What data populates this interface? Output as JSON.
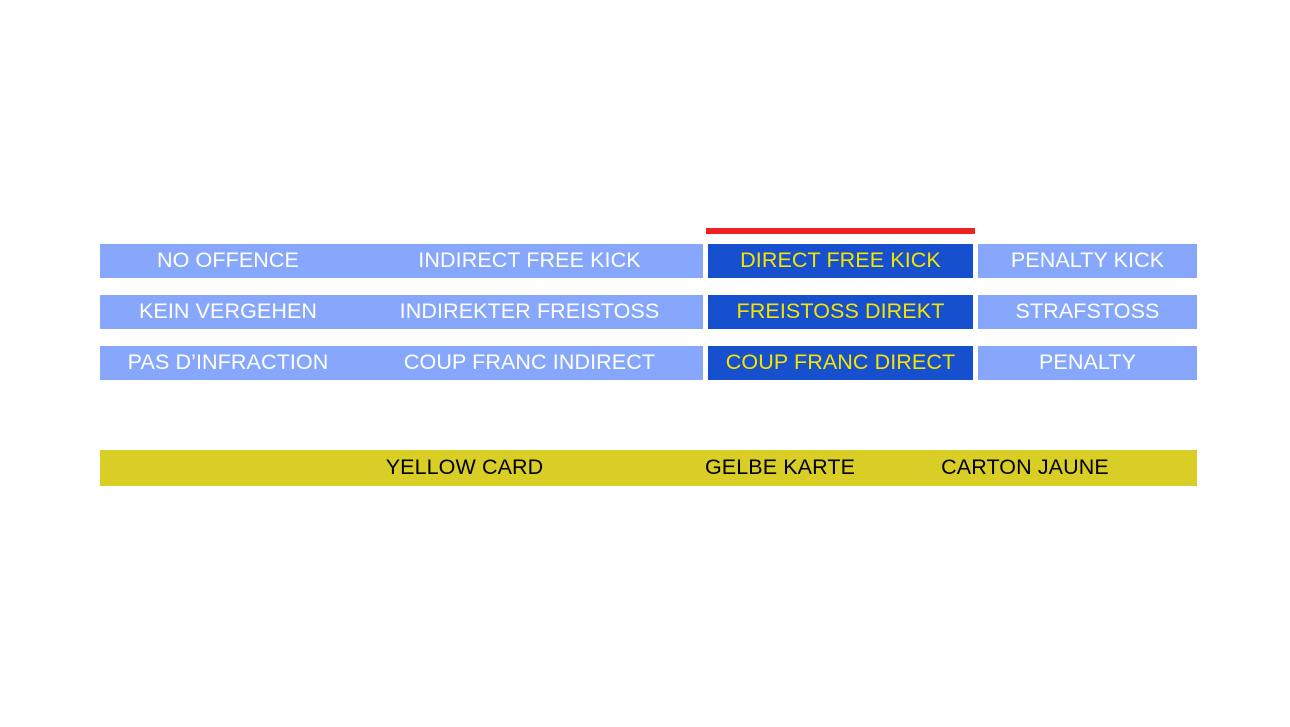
{
  "slide": {
    "background_color": "#FFFFFF"
  },
  "colors": {
    "light_blue": "#86A7FB",
    "selected_blue": "#1750CE",
    "selected_text": "#F5E400",
    "marker_red": "#EE2222",
    "yellow_card": "#D9CE26",
    "white_text": "#FFFFFF",
    "black_text": "#000000"
  },
  "sanction_scale": {
    "marker": {
      "name": "red-indicator-bar",
      "points_to": "DIRECT FREE KICK"
    },
    "rows": [
      {
        "language": "en",
        "cells": [
          {
            "label": "NO OFFENCE",
            "state": "normal"
          },
          {
            "label": "INDIRECT FREE KICK",
            "state": "normal"
          },
          {
            "label": "DIRECT FREE KICK",
            "state": "selected"
          },
          {
            "label": "PENALTY KICK",
            "state": "normal"
          }
        ]
      },
      {
        "language": "de",
        "cells": [
          {
            "label": "KEIN VERGEHEN",
            "state": "normal"
          },
          {
            "label": "INDIREKTER FREISTOSS",
            "state": "normal"
          },
          {
            "label": "FREISTOSS DIREKT",
            "state": "selected"
          },
          {
            "label": "STRAFSTOSS",
            "state": "normal"
          }
        ]
      },
      {
        "language": "fr",
        "cells": [
          {
            "label": "PAS D’INFRACTION",
            "state": "normal"
          },
          {
            "label": "COUP FRANC INDIRECT",
            "state": "normal"
          },
          {
            "label": "COUP FRANC DIRECT",
            "state": "selected"
          },
          {
            "label": "PENALTY",
            "state": "normal"
          }
        ]
      }
    ]
  },
  "card_bar": {
    "type": "yellow-card",
    "labels": [
      {
        "label": "YELLOW CARD",
        "language": "en"
      },
      {
        "label": "GELBE KARTE",
        "language": "de"
      },
      {
        "label": "CARTON JAUNE",
        "language": "fr"
      }
    ]
  }
}
